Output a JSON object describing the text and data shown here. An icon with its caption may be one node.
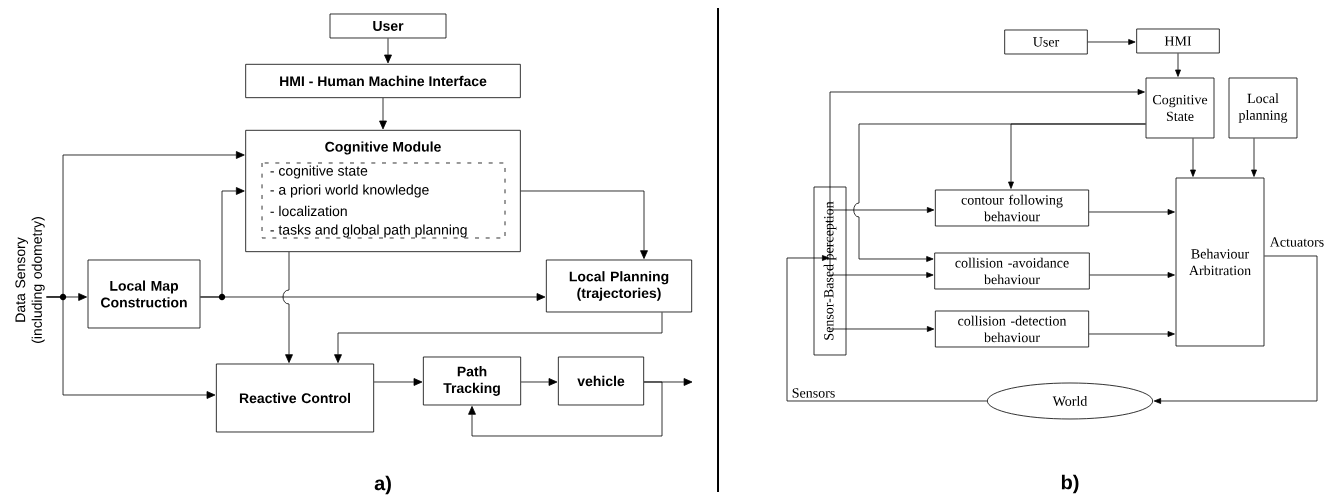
{
  "diagram": {
    "nodes": [
      {
        "text": [
          "User"
        ]
      },
      {
        "text": [
          "HMI - Human Machine Interface"
        ]
      },
      {
        "text": [
          "Cognitive Module",
          "- cognitive state",
          "- a priori world knowledge",
          "- localization",
          "- tasks and global path planning"
        ]
      },
      {
        "text": [
          "Data Sensory (including odometry)"
        ]
      },
      {
        "text": [
          "Local Map Construction"
        ]
      },
      {
        "text": [
          "Local Planning (trajectories)"
        ]
      },
      {
        "text": [
          "Reactive Control"
        ]
      },
      {
        "text": [
          "Path Tracking"
        ]
      },
      {
        "text": [
          "vehicle"
        ]
      },
      {
        "text": [
          "User"
        ]
      },
      {
        "text": [
          "HMI"
        ]
      },
      {
        "text": [
          "Cognitive State"
        ]
      },
      {
        "text": [
          "Local planning"
        ]
      },
      {
        "text": [
          "Sensor-Based perception"
        ]
      },
      {
        "text": [
          "contour following behaviour"
        ]
      },
      {
        "text": [
          "collision -avoidance behaviour"
        ]
      },
      {
        "text": [
          "collision -detection behaviour"
        ]
      },
      {
        "text": [
          "Behaviour Arbitration"
        ]
      },
      {
        "text": [
          "World"
        ]
      }
    ],
    "edges": [
      {
        "from": 0,
        "to": 1,
        "arrow": "to"
      },
      {
        "from": 1,
        "to": 2,
        "arrow": "to"
      },
      {
        "from": 3,
        "to": 4,
        "arrow": "to"
      },
      {
        "from": 3,
        "to": 2,
        "arrow": "to"
      },
      {
        "from": 3,
        "to": 6,
        "arrow": "to"
      },
      {
        "from": 4,
        "to": 5,
        "arrow": "to"
      },
      {
        "from": 4,
        "to": 2,
        "arrow": "to"
      },
      {
        "from": 2,
        "to": 5,
        "arrow": "to"
      },
      {
        "from": 2,
        "to": 6,
        "arrow": "to"
      },
      {
        "from": 5,
        "to": 6,
        "arrow": "to"
      },
      {
        "from": 6,
        "to": 7,
        "arrow": "to"
      },
      {
        "from": 7,
        "to": 8,
        "arrow": "to"
      },
      {
        "from": 8,
        "to": null,
        "arrow": "to"
      },
      {
        "from": 8,
        "to": 7,
        "arrow": "to"
      },
      {
        "from": 9,
        "to": 10,
        "arrow": "to"
      },
      {
        "from": 10,
        "to": 11,
        "arrow": "to"
      },
      {
        "from": 11,
        "to": 17,
        "arrow": "to"
      },
      {
        "from": 12,
        "to": 17,
        "arrow": "to"
      },
      {
        "from": 13,
        "to": 11,
        "arrow": "to"
      },
      {
        "from": 11,
        "to": 14,
        "arrow": "to"
      },
      {
        "from": 11,
        "to": 15,
        "arrow": "to"
      },
      {
        "from": 13,
        "to": 14,
        "arrow": "to"
      },
      {
        "from": 13,
        "to": 15,
        "arrow": "to"
      },
      {
        "from": 13,
        "to": 16,
        "arrow": "to"
      },
      {
        "from": 14,
        "to": 17,
        "arrow": "to"
      },
      {
        "from": 15,
        "to": 17,
        "arrow": "to"
      },
      {
        "from": 16,
        "to": 17,
        "arrow": "to"
      },
      {
        "from": 17,
        "to": 18,
        "arrow": "to",
        "label": "Actuators"
      },
      {
        "from": 18,
        "to": 13,
        "arrow": "to",
        "label": "Sensors"
      }
    ],
    "labels": [
      "a)",
      "b)"
    ]
  }
}
